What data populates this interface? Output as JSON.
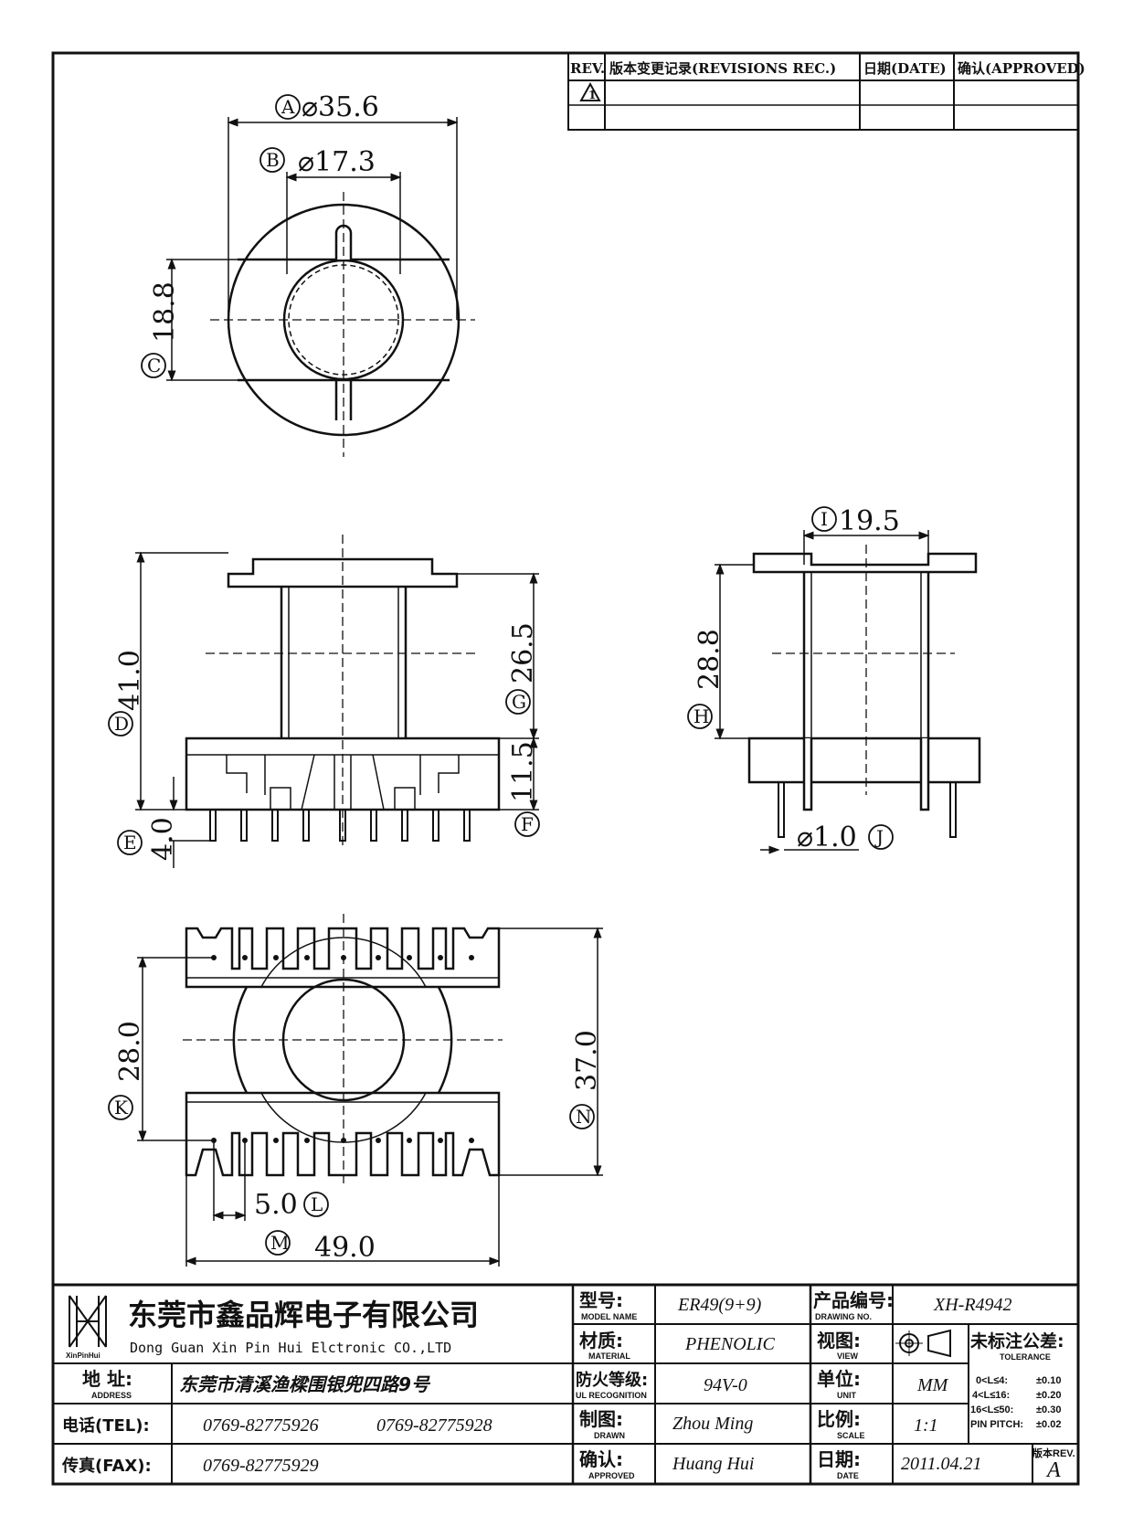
{
  "revision_table": {
    "headers": [
      "REV.",
      "版本变更记录(REVISIONS REC.)",
      "日期(DATE)",
      "确认(APPROVED)"
    ],
    "rev_mark": "1"
  },
  "dimensions": {
    "A": {
      "letter": "A",
      "value": "⌀35.6"
    },
    "B": {
      "letter": "B",
      "value": "⌀17.3"
    },
    "C": {
      "letter": "C",
      "value": "18.8"
    },
    "D": {
      "letter": "D",
      "value": "41.0"
    },
    "E": {
      "letter": "E",
      "value": "4.0"
    },
    "F": {
      "letter": "F",
      "value": "11.5"
    },
    "G": {
      "letter": "G",
      "value": "26.5"
    },
    "H": {
      "letter": "H",
      "value": "28.8"
    },
    "I": {
      "letter": "I",
      "value": "19.5"
    },
    "J": {
      "letter": "J",
      "value": "⌀1.0"
    },
    "K": {
      "letter": "K",
      "value": "28.0"
    },
    "L": {
      "letter": "L",
      "value": "5.0"
    },
    "M": {
      "letter": "M",
      "value": "49.0"
    },
    "N": {
      "letter": "N",
      "value": "37.0"
    }
  },
  "company": {
    "name_cn": "东莞市鑫品辉电子有限公司",
    "name_en": "Dong Guan Xin Pin Hui Elctronic CO.,LTD",
    "logo_text": "XinPinHui",
    "address_label": "地 址:",
    "address_sub": "ADDRESS",
    "address": "东莞市清溪渔樑围银兜四路9号",
    "tel_label": "电话(TEL):",
    "tel1": "0769-82775926",
    "tel2": "0769-82775928",
    "fax_label": "传真(FAX):",
    "fax": "0769-82775929"
  },
  "title_block": {
    "model_label": "型号:",
    "model_sub": "MODEL NAME",
    "model": "ER49(9+9)",
    "drawing_label": "产品编号:",
    "drawing_sub": "DRAWING NO.",
    "drawing_no": "XH-R4942",
    "material_label": "材质:",
    "material_sub": "MATERIAL",
    "material": "PHENOLIC",
    "view_label": "视图:",
    "view_sub": "VIEW",
    "tolerance_label": "未标注公差:",
    "tolerance_sub": "TOLERANCE",
    "ul_label": "防火等级:",
    "ul_sub": "UL RECOGNITION",
    "ul": "94V-0",
    "unit_label": "单位:",
    "unit_sub": "UNIT",
    "unit": "MM",
    "drawn_label": "制图:",
    "drawn_sub": "DRAWN",
    "drawn": "Zhou Ming",
    "scale_label": "比例:",
    "scale_sub": "SCALE",
    "scale": "1:1",
    "approved_label": "确认:",
    "approved_sub": "APPROVED",
    "approved": "Huang Hui",
    "date_label": "日期:",
    "date_sub": "DATE",
    "date": "2011.04.21",
    "rev_label": "版本REV.",
    "rev": "A",
    "tolerances": [
      {
        "range": "0<L≤4:",
        "value": "±0.10"
      },
      {
        "range": "4<L≤16:",
        "value": "±0.20"
      },
      {
        "range": "16<L≤50:",
        "value": "±0.30"
      },
      {
        "range": "PIN PITCH:",
        "value": "±0.02"
      }
    ]
  }
}
